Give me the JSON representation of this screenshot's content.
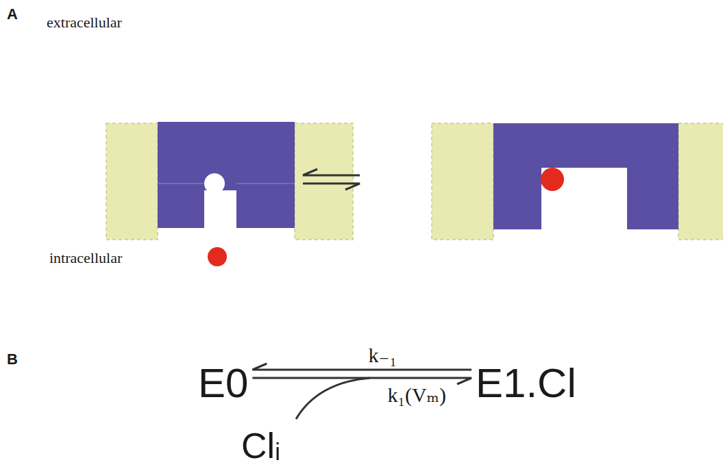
{
  "diagram": {
    "nodes": [
      {
        "text": [
          "E0"
        ]
      },
      {
        "text": [
          "E1.Cl"
        ]
      }
    ],
    "edges": [
      {
        "from": 1,
        "to": 0,
        "arrow": "to",
        "label": "k₋₁"
      },
      {
        "from": 0,
        "to": 1,
        "arrow": "to",
        "label": "k₁(Vₘ)"
      }
    ],
    "labels": [
      "A",
      "extracellular",
      "intracellular",
      "B",
      "Clᵢ"
    ]
  }
}
